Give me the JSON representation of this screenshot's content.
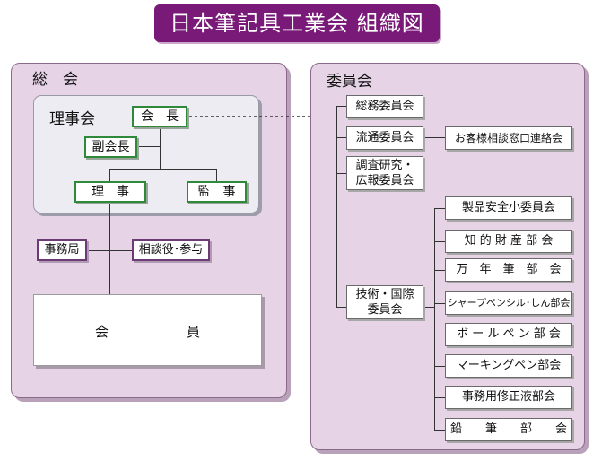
{
  "title": "日本筆記具工業会 組織図",
  "general_assembly": {
    "label": "総　会",
    "board": {
      "label": "理事会",
      "chairman": "会　長",
      "vice_chairman": "副会長",
      "directors": "理　事",
      "auditors": "監　事"
    },
    "secretariat": "事務局",
    "advisor": "相談役･参与",
    "members": [
      "会",
      "員"
    ]
  },
  "committees": {
    "label": "委員会",
    "general_affairs": "総務委員会",
    "distribution": "流通委員会",
    "consultation": "お客様相談窓口連絡会",
    "research_pr": [
      "調査研究・",
      "広報委員会"
    ],
    "tech_intl": [
      "技術・国際",
      "委員会"
    ],
    "subcommittees": [
      "製品安全小委員会",
      "知 的 財 産 部 会",
      "万　年　筆　部　会",
      "シャープペンシル･しん部会",
      "ボ ー ル ペ ン 部 会",
      "マーキングペン部会",
      "事務用修正液部会",
      "鉛　　筆　　部　　会"
    ]
  }
}
